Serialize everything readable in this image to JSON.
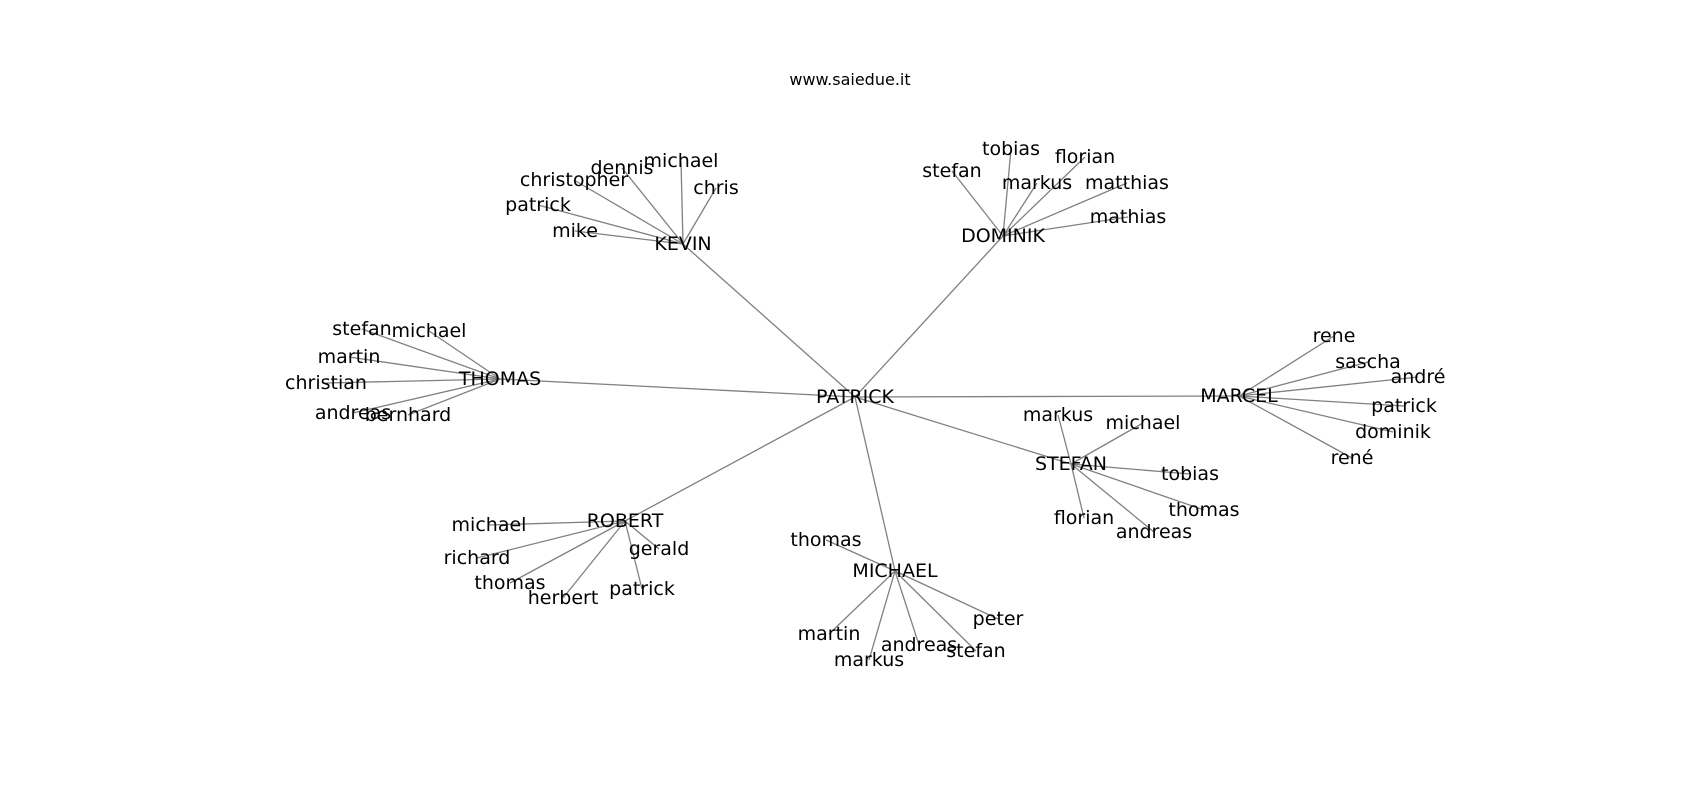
{
  "title": "www.saiedue.it",
  "colors": {
    "edge": "#808080",
    "text": "#000000",
    "background": "#ffffff"
  },
  "root": {
    "id": "patrick-root",
    "label": "PATRICK",
    "children": [
      {
        "id": "kevin",
        "label": "KEVIN",
        "children": [
          "michael",
          "chris",
          "dennis",
          "christopher",
          "patrick",
          "mike"
        ]
      },
      {
        "id": "dominik",
        "label": "DOMINIK",
        "children": [
          "tobias",
          "florian",
          "stefan",
          "markus",
          "matthias",
          "mathias"
        ]
      },
      {
        "id": "thomas",
        "label": "THOMAS",
        "children": [
          "stefan",
          "michael",
          "martin",
          "christian",
          "andreas",
          "bernhard"
        ]
      },
      {
        "id": "marcel",
        "label": "MARCEL",
        "children": [
          "rene",
          "sascha",
          "andré",
          "patrick",
          "dominik",
          "rené"
        ]
      },
      {
        "id": "stefan",
        "label": "STEFAN",
        "children": [
          "markus",
          "michael",
          "tobias",
          "thomas",
          "florian",
          "andreas"
        ]
      },
      {
        "id": "robert",
        "label": "ROBERT",
        "children": [
          "michael",
          "gerald",
          "richard",
          "thomas",
          "herbert",
          "patrick"
        ]
      },
      {
        "id": "michael",
        "label": "MICHAEL",
        "children": [
          "thomas",
          "peter",
          "martin",
          "andreas",
          "stefan",
          "markus"
        ]
      }
    ]
  }
}
